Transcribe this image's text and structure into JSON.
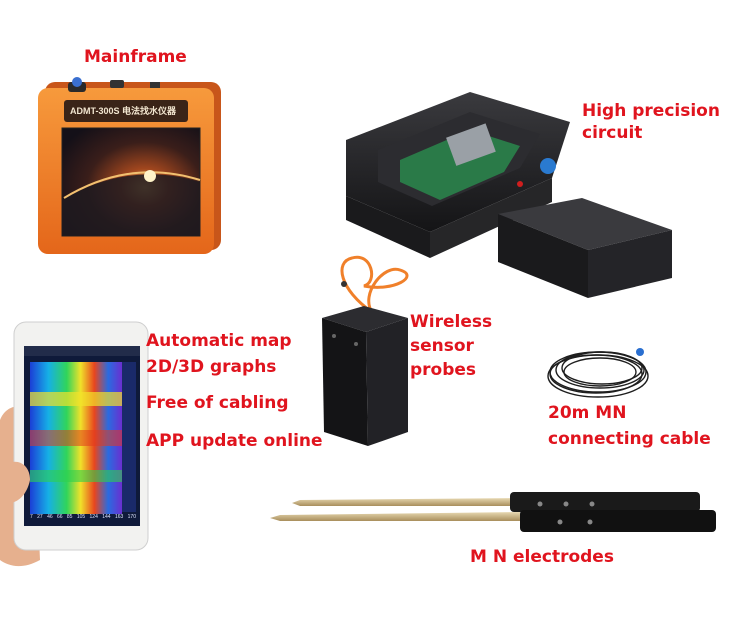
{
  "labels": {
    "mainframe": "Mainframe",
    "circuit_line1": "High precision",
    "circuit_line2": "circuit",
    "wireless_line1": "Wireless",
    "wireless_line2": "sensor",
    "wireless_line3": "probes",
    "auto_map": "Automatic map",
    "graphs": "2D/3D graphs",
    "cabling": "Free of cabling",
    "app_update": "APP update online",
    "cable_line1": "20m MN",
    "cable_line2": "connecting cable",
    "electrodes": "M N electrodes"
  },
  "device": {
    "model": "ADMT-300S 电法找水仪器"
  },
  "phone": {
    "axis_x": [
      "7",
      "27",
      "46",
      "66",
      "85",
      "105",
      "124",
      "144",
      "163",
      "170"
    ]
  },
  "colors": {
    "label_red": "#e0141e",
    "device_orange": "#f07a1e",
    "box_black": "#1e1e20"
  }
}
